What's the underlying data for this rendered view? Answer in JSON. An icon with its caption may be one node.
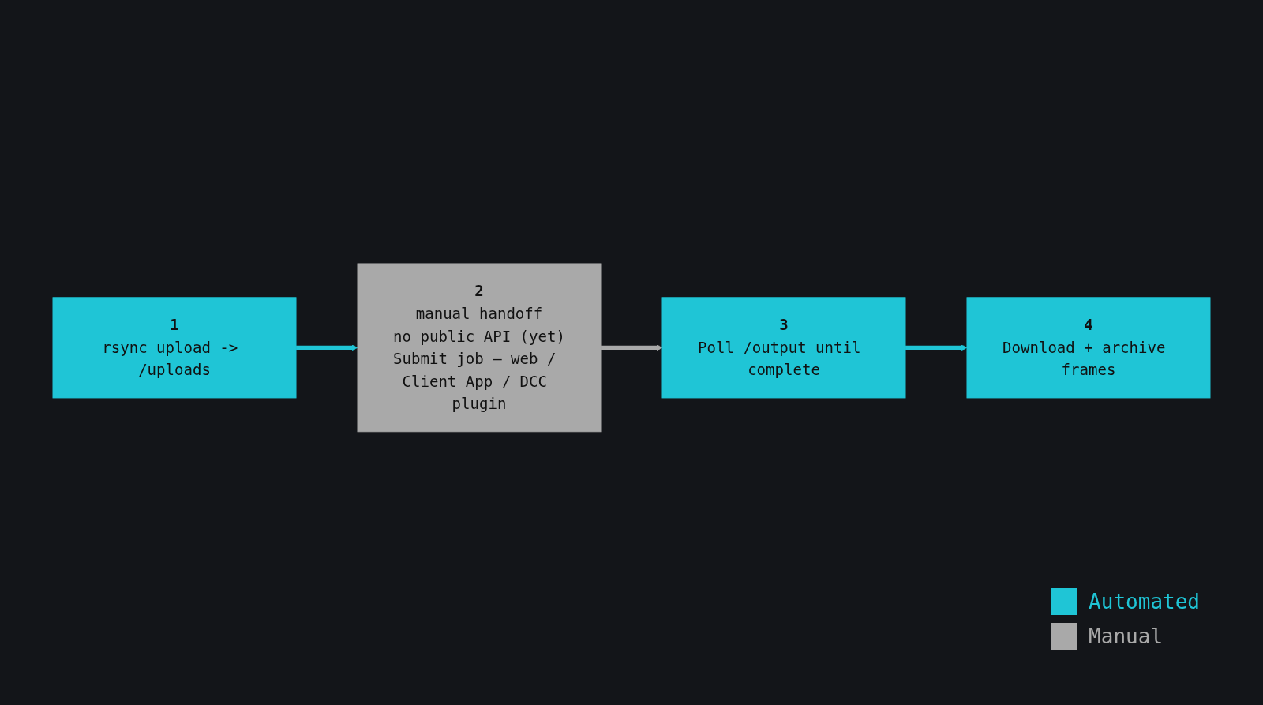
{
  "diagram": {
    "nodes": [
      {
        "text": [
          "1",
          "rsync upload -> /uploads"
        ]
      },
      {
        "text": [
          "2",
          "manual handoff",
          "no public API (yet)",
          "Submit job — web / Client App / DCC plugin"
        ]
      },
      {
        "text": [
          "3",
          "Poll /output until complete"
        ]
      },
      {
        "text": [
          "4",
          "Download + archive frames"
        ]
      }
    ],
    "edges": [
      {
        "from": 0,
        "to": 1,
        "arrow": "to"
      },
      {
        "from": 1,
        "to": 2,
        "arrow": "to",
        "color": "#a9a9a9"
      },
      {
        "from": 2,
        "to": 3,
        "arrow": "to"
      }
    ],
    "legend": [
      {
        "text": "Automated",
        "color": "#1fc5d6"
      },
      {
        "text": "Manual",
        "color": "#a9a9a9"
      }
    ]
  }
}
